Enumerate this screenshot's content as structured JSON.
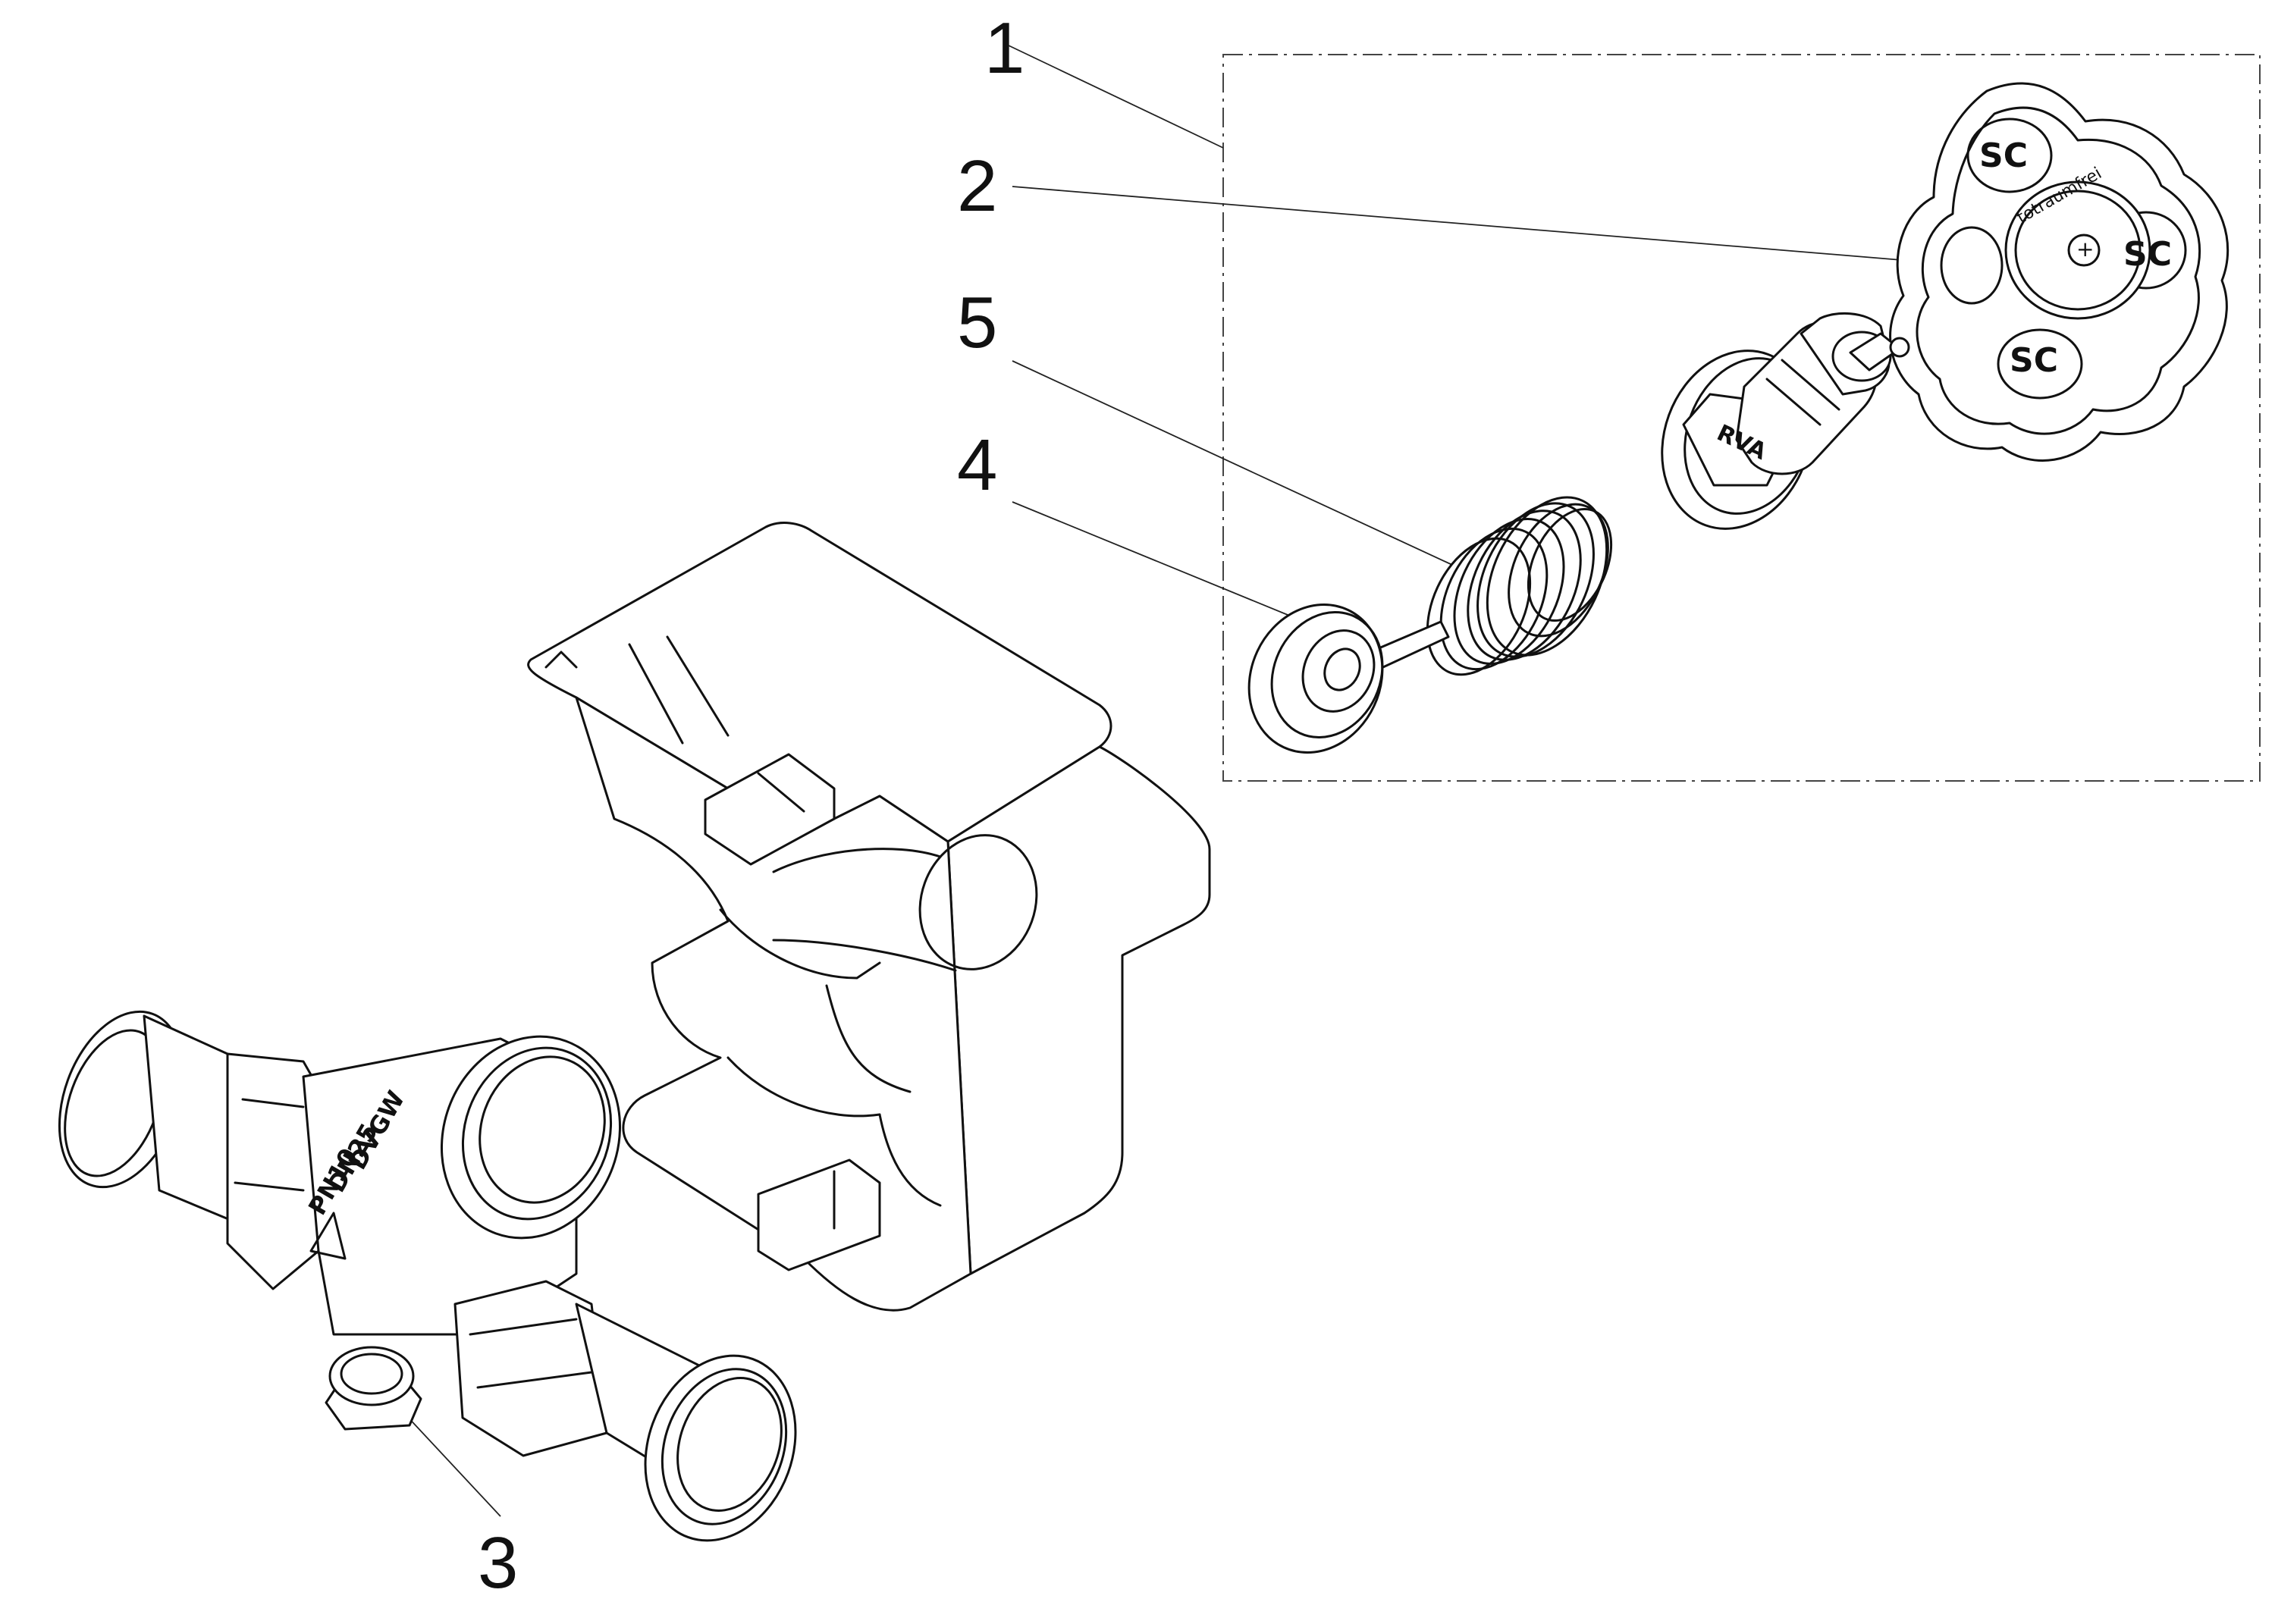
{
  "callouts": [
    {
      "id": "1",
      "label": "1"
    },
    {
      "id": "2",
      "label": "2"
    },
    {
      "id": "3",
      "label": "3"
    },
    {
      "id": "4",
      "label": "4"
    },
    {
      "id": "5",
      "label": "5"
    }
  ],
  "markings": {
    "handwheel_ring": "totraumfrei",
    "handwheel_logo": "SC",
    "spindle_mark": "RVA",
    "body_lines": [
      "DVGW",
      "DN25",
      "PN10"
    ]
  },
  "colors": {
    "line": "#111111",
    "background": "#ffffff"
  }
}
